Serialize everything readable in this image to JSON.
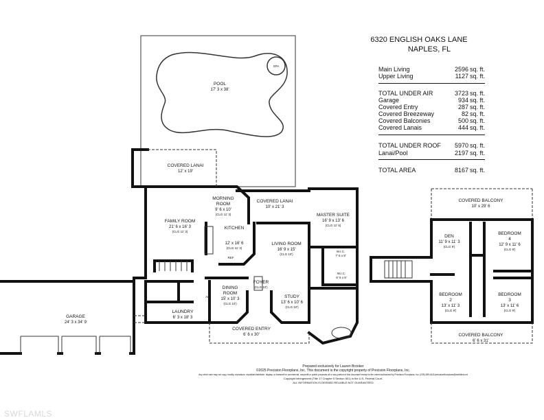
{
  "header": {
    "address": "6320 ENGLISH OAKS LANE",
    "city": "NAPLES, FL"
  },
  "area_table": {
    "unit": "sq. ft.",
    "group1": [
      {
        "label": "Main Living",
        "value": "2596"
      },
      {
        "label": "Upper Living",
        "value": "1127"
      }
    ],
    "group2": [
      {
        "label": "TOTAL UNDER AIR",
        "value": "3723"
      },
      {
        "label": "Garage",
        "value": "934"
      },
      {
        "label": "Covered Entry",
        "value": "287"
      },
      {
        "label": "Covered Breezeway",
        "value": "82"
      },
      {
        "label": "Covered Balconies",
        "value": "500"
      },
      {
        "label": "Covered Lanais",
        "value": "444"
      }
    ],
    "group3": [
      {
        "label": "TOTAL UNDER ROOF",
        "value": "5970"
      },
      {
        "label": "Lanai/Pool",
        "value": "2197"
      }
    ],
    "group4": [
      {
        "label": "TOTAL AREA",
        "value": "8167"
      }
    ]
  },
  "rooms": {
    "pool": {
      "name": "POOL",
      "dim": "17' 3 x 38'"
    },
    "spa": {
      "name": "SPA"
    },
    "covered_lanai_1": {
      "name": "COVERED LANAI",
      "dim": "12' x 19'"
    },
    "morning_room": {
      "name1": "MORNING",
      "name2": "ROOM",
      "dim": "9' 6 x 10'",
      "clg": "(CLG 11' 3)"
    },
    "family_room": {
      "name": "FAMILY ROOM",
      "dim": "21' 6 x 16' 3",
      "clg": "(CLG 11' 3)"
    },
    "kitchen": {
      "name": "KITCHEN",
      "dim": "12' x 16' 6",
      "clg": "(CLG 11' 3)"
    },
    "covered_lanai_2": {
      "name": "COVERED LANAI",
      "dim": "10' x 21' 3"
    },
    "master_suite": {
      "name": "MASTER SUITE",
      "dim": "16' 9 x 13' 6",
      "clg": "(CLG 11' 6)"
    },
    "living_room": {
      "name": "LIVING ROOM",
      "dim": "16' 9 x 15'",
      "clg": "(CLG 10')"
    },
    "wic_1": {
      "name": "W.I.C.",
      "dim": "7' 6 x 8'"
    },
    "wic_2": {
      "name": "W.I.C.",
      "dim": "6' 6 x 8'"
    },
    "dining_room": {
      "name1": "DINING",
      "name2": "ROOM",
      "dim": "15' x 10' 3",
      "clg": "(CLG 10')"
    },
    "foyer": {
      "name": "FOYER",
      "clg": "(CLG 10')"
    },
    "study": {
      "name": "STUDY",
      "dim": "13' 6 x 10' 6",
      "clg": "(CLG 10')"
    },
    "laundry": {
      "name": "LAUNDRY",
      "dim": "6' 3 x 18' 3"
    },
    "covered_entry": {
      "name": "COVERED ENTRY",
      "dim": "6' 6 x 30'"
    },
    "garage": {
      "name": "GARAGE",
      "dim": "24' 3 x 34' 9"
    },
    "covered_balcony_1": {
      "name": "COVERED BALCONY",
      "dim": "10' x 29' 6"
    },
    "den": {
      "name": "DEN",
      "dim": "11' 9 x 11' 3",
      "clg": "(CLG 9')"
    },
    "bedroom_4": {
      "name": "BEDROOM",
      "num": "4",
      "dim": "12' 9 x 11' 6",
      "clg": "(CLG 9')"
    },
    "bedroom_2": {
      "name": "BEDROOM",
      "num": "2",
      "dim": "13' x 11' 3",
      "clg": "(CLG 9')"
    },
    "bedroom_3": {
      "name": "BEDROOM",
      "num": "3",
      "dim": "13' x 11' 6",
      "clg": "(CLG 9')"
    },
    "covered_balcony_2": {
      "name": "COVERED BALCONY",
      "dim": "6' 6 x 31'"
    },
    "fixtures": {
      "ref": "REF",
      "ac": "A/C"
    }
  },
  "footer": {
    "line1": "Prepared exclusively for Lauren Brooker",
    "line2": "©2025 Precision Floorplans, Inc.  This document is the copyright property of Precision Floorplans, Inc.",
    "line3": "Any other user may not copy, modify, reproduce, republish/distribute, display, or transmit for commercial, nonprofit or public purposes all or any portion of this document except to the extent authorized by Precision Floorplans, Inc. (239) 389-6411/precisionfloorplans@earthlink.net",
    "line4": "Copyright infringement (Title 17 Chapter 5 Section 501) in the U.S. Federal Court.",
    "line5": "ALL INFORMATION IS DEEMED RELIABLE NOT GUARANTEED"
  },
  "watermark": "SWFLAMLS"
}
